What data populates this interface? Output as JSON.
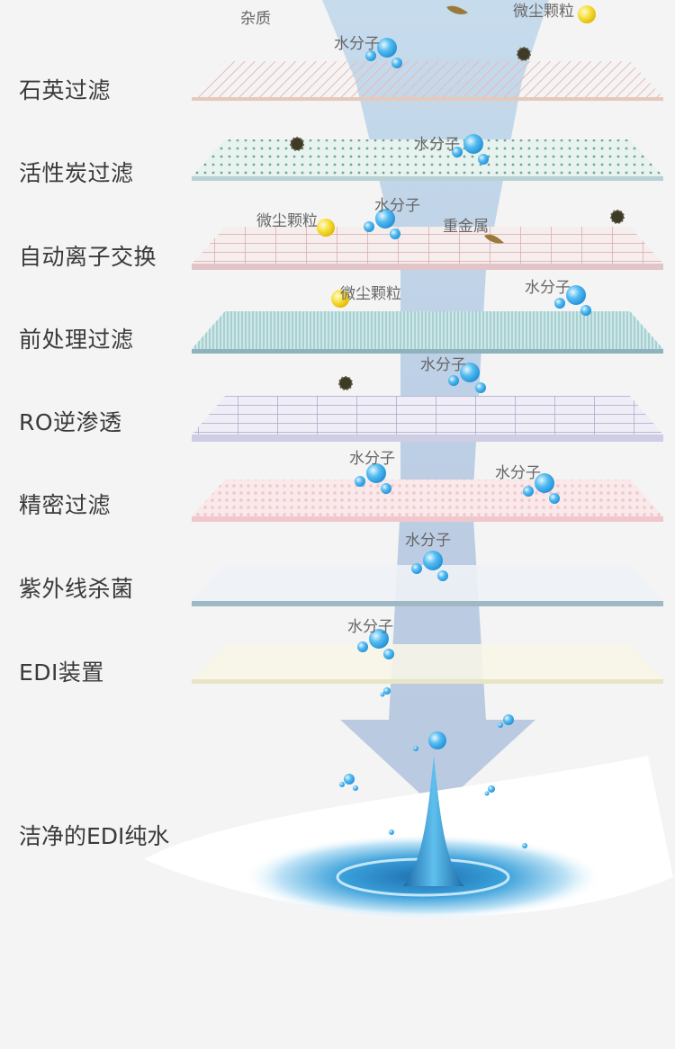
{
  "stages": [
    {
      "label": "石英过滤"
    },
    {
      "label": "活性炭过滤"
    },
    {
      "label": "自动离子交换"
    },
    {
      "label": "前处理过滤"
    },
    {
      "label": "RO逆渗透"
    },
    {
      "label": "精密过滤"
    },
    {
      "label": "紫外线杀菌"
    },
    {
      "label": "EDI装置"
    }
  ],
  "final_label": "洁净的EDI纯水",
  "particles": {
    "water": "水分子",
    "dust": "微尘颗粒",
    "metal": "重金属",
    "impurity": "杂质"
  },
  "colors": {
    "background": "#f4f4f4",
    "arrow": "#9db4d6",
    "water_bubble": "#3aa8e8",
    "dust_particle": "#f2d23a",
    "impurity_particle": "#3d3a2a",
    "metal_particle": "#9a7a3a",
    "water_splash": "#2f87c2"
  }
}
